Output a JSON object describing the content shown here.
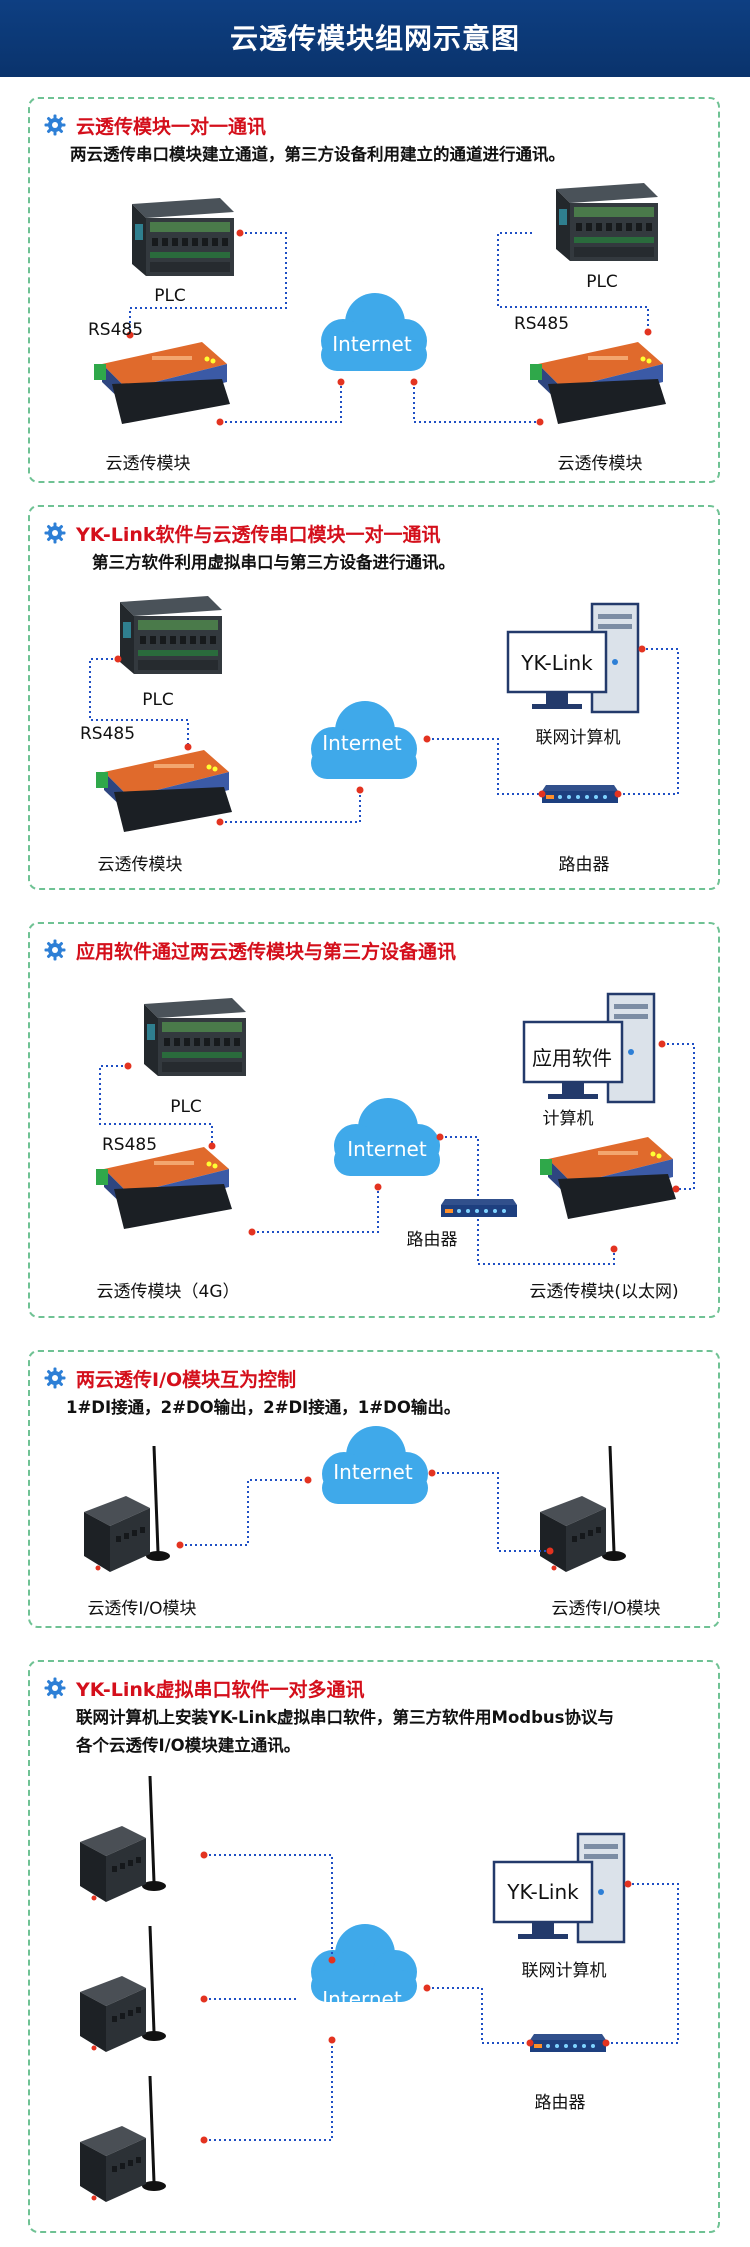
{
  "header": {
    "title": "云透传模块组网示意图"
  },
  "colors": {
    "header_bg": "#0c3a78",
    "title_red": "#d40f1b",
    "panel_border": "#6fc294",
    "cloud": "#3fa9ea",
    "connector": "#1f4fc4",
    "port_dot": "#e33320"
  },
  "icons": {
    "bullet": "gear-icon",
    "cloud": "cloud-icon",
    "plc": "plc-device",
    "serial_module": "serial-module-device",
    "io_module": "io-module-antenna",
    "computer": "computer-icon",
    "router": "router-icon"
  },
  "sections": [
    {
      "title": "云透传模块一对一通讯",
      "desc": "两云透传串口模块建立通道，第三方设备利用建立的通道进行通讯。",
      "labels": {
        "plc_left": "PLC",
        "rs485_left": "RS485",
        "module_left": "云透传模块",
        "cloud": "Internet",
        "plc_right": "PLC",
        "rs485_right": "RS485",
        "module_right": "云透传模块"
      }
    },
    {
      "title": "YK-Link软件与云透传串口模块一对一通讯",
      "desc": "第三方软件利用虚拟串口与第三方设备进行通讯。",
      "labels": {
        "plc": "PLC",
        "rs485": "RS485",
        "module": "云透传模块",
        "cloud": "Internet",
        "screen": "YK-Link",
        "computer": "联网计算机",
        "router": "路由器"
      }
    },
    {
      "title": "应用软件通过两云透传模块与第三方设备通讯",
      "labels": {
        "plc": "PLC",
        "rs485": "RS485",
        "module_4g": "云透传模块（4G）",
        "cloud": "Internet",
        "router": "路由器",
        "screen": "应用软件",
        "computer": "计算机",
        "module_eth": "云透传模块(以太网)"
      }
    },
    {
      "title": "两云透传I/O模块互为控制",
      "desc": "1#DI接通，2#DO输出，2#DI接通，1#DO输出。",
      "labels": {
        "io_left": "云透传I/O模块",
        "cloud": "Internet",
        "io_right": "云透传I/O模块"
      }
    },
    {
      "title": "YK-Link虚拟串口软件一对多通讯",
      "desc_line1": "联网计算机上安装YK-Link虚拟串口软件，第三方软件用Modbus协议与",
      "desc_line2": "各个云透传I/O模块建立通讯。",
      "labels": {
        "cloud": "Internet",
        "screen": "YK-Link",
        "computer": "联网计算机",
        "router": "路由器"
      }
    }
  ]
}
